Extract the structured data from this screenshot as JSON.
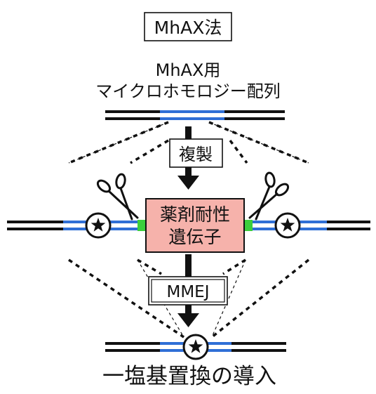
{
  "title": "MhAX法",
  "sequence_label": {
    "line1": "MhAX用",
    "line2": "マイクロホモロジー配列"
  },
  "replication_label": "複製",
  "cassette_label": {
    "line1": "薬剤耐性",
    "line2": "遺伝子"
  },
  "mmej_label": "MMEJ",
  "result_label": "一塩基置換の導入",
  "colors": {
    "dna": "#111111",
    "microhomology": "#2f6fd6",
    "cut_site": "#3ccf3c",
    "cassette_fill": "#f6b2ab",
    "mutation_circle": "#ffffff"
  },
  "icons": {
    "mutation": "star-in-circle-icon",
    "cut": "scissors-icon"
  }
}
